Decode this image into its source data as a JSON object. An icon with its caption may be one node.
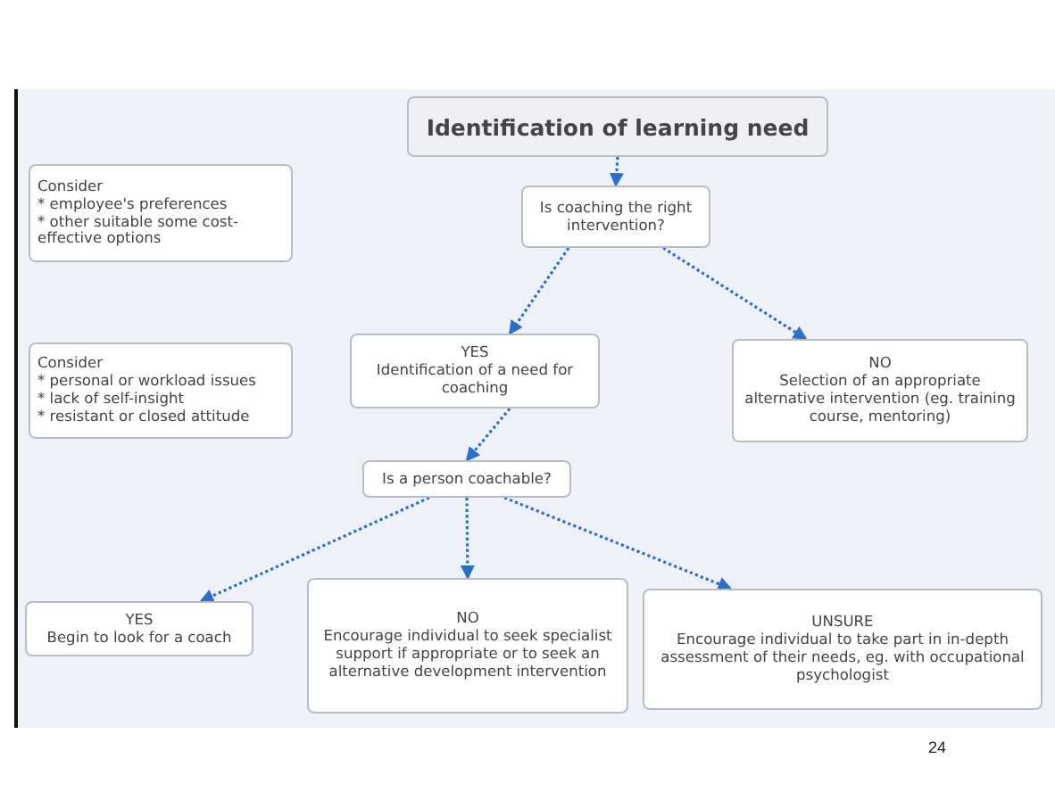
{
  "diagram": {
    "nodes": [
      {
        "text": [
          "Identification of learning need"
        ]
      },
      {
        "text": [
          "Is coaching the right intervention?"
        ]
      },
      {
        "text": [
          "Consider",
          "* employee's preferences",
          "* other suitable some cost-effective options"
        ]
      },
      {
        "text": [
          "Consider",
          "* personal or workload issues",
          "* lack of self-insight",
          "* resistant or closed attitude"
        ]
      },
      {
        "text": [
          "YES",
          "Identification of a need for coaching"
        ]
      },
      {
        "text": [
          "NO",
          "Selection of an appropriate alternative intervention (eg. training course, mentoring)"
        ]
      },
      {
        "text": [
          "Is a person coachable?"
        ]
      },
      {
        "text": [
          "YES",
          "Begin to look for a coach"
        ]
      },
      {
        "text": [
          "NO",
          "Encourage individual to seek specialist support if appropriate or to seek an alternative development intervention"
        ]
      },
      {
        "text": [
          "UNSURE",
          "Encourage individual to take part in in-depth assessment of their needs, eg. with occupational psychologist"
        ]
      }
    ],
    "edges": [
      {
        "from": 0,
        "to": 1,
        "arrow": "to",
        "style": "dashed"
      },
      {
        "from": 1,
        "to": 4,
        "arrow": "to",
        "style": "dashed"
      },
      {
        "from": 1,
        "to": 5,
        "arrow": "to",
        "style": "dashed"
      },
      {
        "from": 4,
        "to": 6,
        "arrow": "to",
        "style": "dashed"
      },
      {
        "from": 6,
        "to": 7,
        "arrow": "to",
        "style": "dashed"
      },
      {
        "from": 6,
        "to": 8,
        "arrow": "to",
        "style": "dashed"
      },
      {
        "from": 6,
        "to": 9,
        "arrow": "to",
        "style": "dashed"
      }
    ],
    "labels": [
      "24"
    ]
  }
}
